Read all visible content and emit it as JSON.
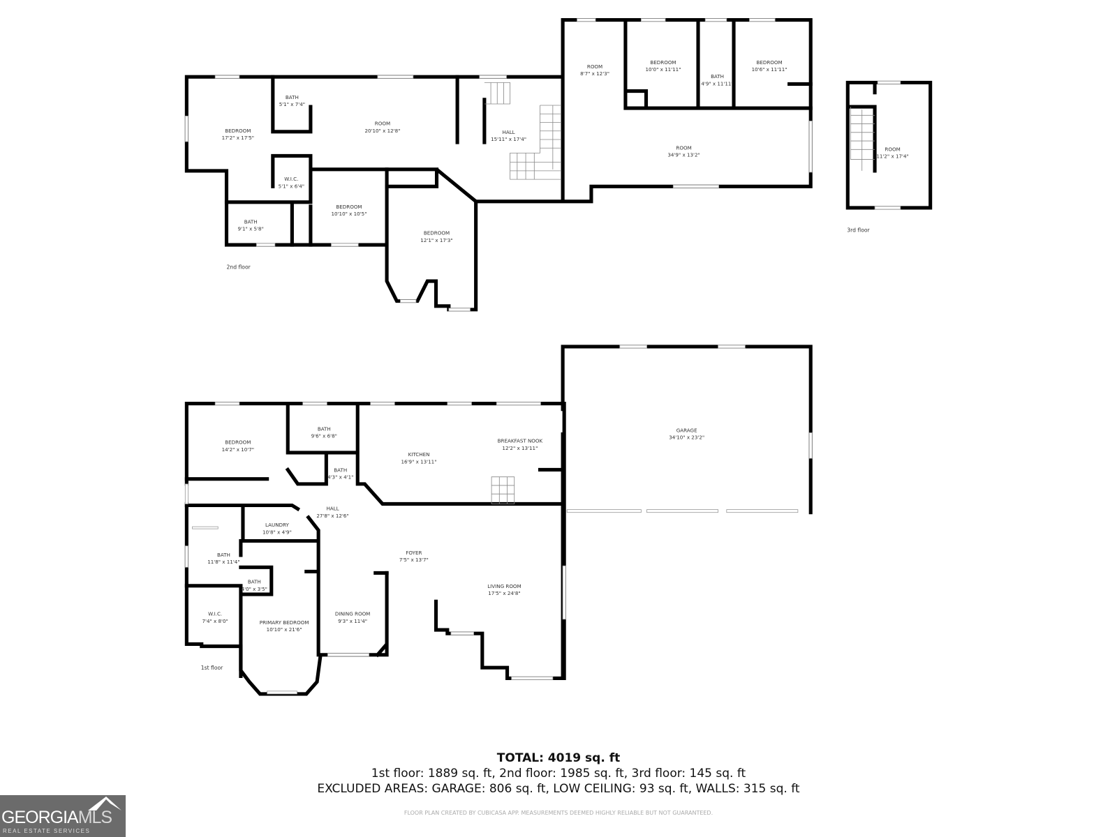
{
  "floors": {
    "second": {
      "label": "2nd floor",
      "rooms": [
        {
          "name": "BEDROOM",
          "dims": "17'2\" x 17'5\""
        },
        {
          "name": "BATH",
          "dims": "5'1\" x 7'4\""
        },
        {
          "name": "ROOM",
          "dims": "20'10\" x 12'8\""
        },
        {
          "name": "HALL",
          "dims": "15'11\" x 17'4\""
        },
        {
          "name": "W.I.C.",
          "dims": "5'1\" x 6'4\""
        },
        {
          "name": "BATH",
          "dims": "9'1\" x 5'8\""
        },
        {
          "name": "BEDROOM",
          "dims": "10'10\" x 10'5\""
        },
        {
          "name": "BEDROOM",
          "dims": "12'1\" x 17'3\""
        },
        {
          "name": "ROOM",
          "dims": "8'7\" x 12'3\""
        },
        {
          "name": "BEDROOM",
          "dims": "10'0\" x 11'11\""
        },
        {
          "name": "BATH",
          "dims": "4'9\" x 11'11\""
        },
        {
          "name": "BEDROOM",
          "dims": "10'6\" x 11'11\""
        },
        {
          "name": "ROOM",
          "dims": "34'9\" x 13'2\""
        }
      ]
    },
    "third": {
      "label": "3rd floor",
      "rooms": [
        {
          "name": "ROOM",
          "dims": "11'2\" x 17'4\""
        }
      ]
    },
    "first": {
      "label": "1st floor",
      "rooms": [
        {
          "name": "BEDROOM",
          "dims": "14'2\" x 10'7\""
        },
        {
          "name": "BATH",
          "dims": "9'6\" x 6'8\""
        },
        {
          "name": "BATH",
          "dims": "4'3\" x 4'1\""
        },
        {
          "name": "KITCHEN",
          "dims": "16'9\" x 13'11\""
        },
        {
          "name": "BREAKFAST NOOK",
          "dims": "12'2\" x 13'11\""
        },
        {
          "name": "GARAGE",
          "dims": "34'10\" x 23'2\""
        },
        {
          "name": "HALL",
          "dims": "27'8\" x 12'6\""
        },
        {
          "name": "LAUNDRY",
          "dims": "10'8\" x 4'9\""
        },
        {
          "name": "BATH",
          "dims": "11'8\" x 11'4\""
        },
        {
          "name": "BATH",
          "dims": "4'0\" x 3'5\""
        },
        {
          "name": "FOYER",
          "dims": "7'5\" x 13'7\""
        },
        {
          "name": "W.I.C.",
          "dims": "7'4\" x 8'0\""
        },
        {
          "name": "PRIMARY BEDROOM",
          "dims": "10'10\" x 21'6\""
        },
        {
          "name": "DINING ROOM",
          "dims": "9'3\" x 11'4\""
        },
        {
          "name": "LIVING ROOM",
          "dims": "17'5\" x 24'8\""
        }
      ]
    }
  },
  "summary": {
    "total": "TOTAL: 4019 sq. ft",
    "floors": "1st floor: 1889 sq. ft, 2nd floor: 1985 sq. ft, 3rd floor: 145 sq. ft",
    "excluded": "EXCLUDED AREAS: GARAGE: 806 sq. ft, LOW CEILING: 93 sq. ft, WALLS: 315 sq. ft",
    "disclaimer": "FLOOR PLAN CREATED BY CUBICASA APP. MEASUREMENTS DEEMED HIGHLY RELIABLE BUT NOT GUARANTEED."
  },
  "logo": {
    "brand_main": "GEORGIA",
    "brand_accent": "MLS",
    "tagline": "REAL ESTATE SERVICES",
    "background": "#6b6b6b"
  },
  "colors": {
    "walls": "#000000",
    "text": "#333333",
    "disclaimer": "#aaaaaa"
  }
}
